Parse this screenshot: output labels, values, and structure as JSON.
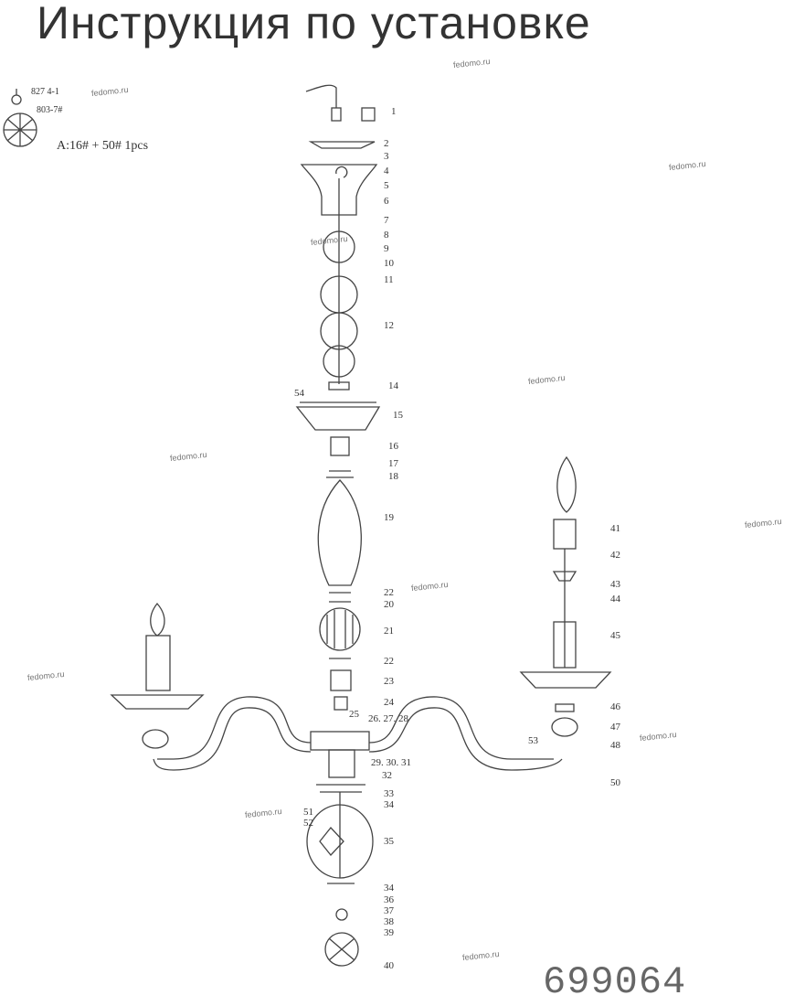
{
  "title": "Инструкция по установке",
  "legend": {
    "items": [
      "827 4-1",
      "803-7#"
    ],
    "quantity": "A:16# + 50#  1pcs"
  },
  "model_number": "699064",
  "watermark": "fedomo.ru",
  "part_labels": [
    "1",
    "2",
    "3",
    "4",
    "5",
    "6",
    "7",
    "8",
    "9",
    "10",
    "11",
    "12",
    "14",
    "54",
    "15",
    "16",
    "17",
    "18",
    "19",
    "22",
    "20",
    "21",
    "22",
    "23",
    "24",
    "25",
    "26. 27. 28",
    "29. 30. 31",
    "32",
    "33",
    "34",
    "51",
    "52",
    "35",
    "34",
    "36",
    "37",
    "38",
    "39",
    "40",
    "41",
    "42",
    "43",
    "44",
    "45",
    "46",
    "47",
    "53",
    "48",
    "50"
  ],
  "colors": {
    "ink": "#333333",
    "watermark": "#777777"
  }
}
